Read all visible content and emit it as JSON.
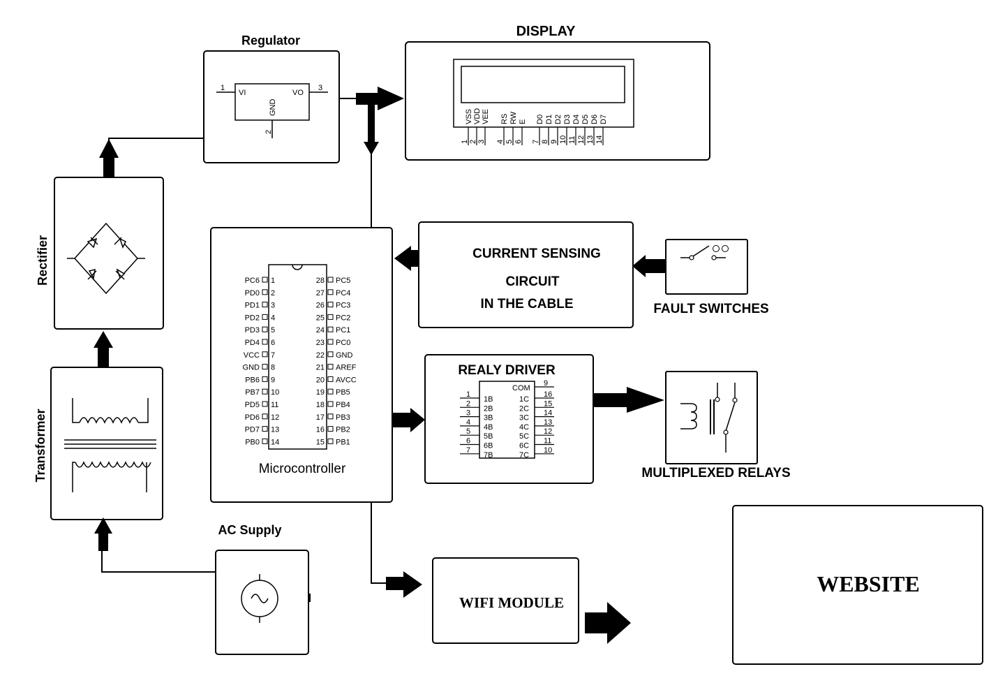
{
  "blocks": {
    "regulator": {
      "title": "Regulator",
      "pin1": "1",
      "pin2": "2",
      "pin3": "3",
      "vi": "VI",
      "vo": "VO",
      "gnd": "GND"
    },
    "display": {
      "title": "DISPLAY",
      "pins": [
        "VSS",
        "VDD",
        "VEE",
        "RS",
        "RW",
        "E",
        "D0",
        "D1",
        "D2",
        "D3",
        "D4",
        "D5",
        "D6",
        "D7"
      ],
      "numbers": [
        "1",
        "2",
        "3",
        "4",
        "5",
        "6",
        "7",
        "8",
        "9",
        "10",
        "11",
        "12",
        "13",
        "14"
      ]
    },
    "rectifier": {
      "title": "Rectifier"
    },
    "transformer": {
      "title": "Transformer"
    },
    "ac_supply": {
      "title": "AC Supply"
    },
    "current_sensing": {
      "line1": "CURRENT SENSING",
      "line2": "CIRCUIT",
      "line3": "IN THE CABLE"
    },
    "fault_switches": {
      "title": "FAULT SWITCHES"
    },
    "microcontroller": {
      "title": "Microcontroller",
      "left_pins": [
        {
          "name": "PC6",
          "num": "1"
        },
        {
          "name": "PD0",
          "num": "2"
        },
        {
          "name": "PD1",
          "num": "3"
        },
        {
          "name": "PD2",
          "num": "4"
        },
        {
          "name": "PD3",
          "num": "5"
        },
        {
          "name": "PD4",
          "num": "6"
        },
        {
          "name": "VCC",
          "num": "7"
        },
        {
          "name": "GND",
          "num": "8"
        },
        {
          "name": "PB6",
          "num": "9"
        },
        {
          "name": "PB7",
          "num": "10"
        },
        {
          "name": "PD5",
          "num": "11"
        },
        {
          "name": "PD6",
          "num": "12"
        },
        {
          "name": "PD7",
          "num": "13"
        },
        {
          "name": "PB0",
          "num": "14"
        }
      ],
      "right_pins": [
        {
          "name": "PC5",
          "num": "28"
        },
        {
          "name": "PC4",
          "num": "27"
        },
        {
          "name": "PC3",
          "num": "26"
        },
        {
          "name": "PC2",
          "num": "25"
        },
        {
          "name": "PC1",
          "num": "24"
        },
        {
          "name": "PC0",
          "num": "23"
        },
        {
          "name": "GND",
          "num": "22"
        },
        {
          "name": "AREF",
          "num": "21"
        },
        {
          "name": "AVCC",
          "num": "20"
        },
        {
          "name": "PB5",
          "num": "19"
        },
        {
          "name": "PB4",
          "num": "18"
        },
        {
          "name": "PB3",
          "num": "17"
        },
        {
          "name": "PB2",
          "num": "16"
        },
        {
          "name": "PB1",
          "num": "15"
        }
      ]
    },
    "relay_driver": {
      "title": "REALY DRIVER",
      "com": "COM",
      "com_num": "9",
      "rows": [
        {
          "in_num": "1",
          "in": "1B",
          "out": "1C",
          "out_num": "16"
        },
        {
          "in_num": "2",
          "in": "2B",
          "out": "2C",
          "out_num": "15"
        },
        {
          "in_num": "3",
          "in": "3B",
          "out": "3C",
          "out_num": "14"
        },
        {
          "in_num": "4",
          "in": "4B",
          "out": "4C",
          "out_num": "13"
        },
        {
          "in_num": "5",
          "in": "5B",
          "out": "5C",
          "out_num": "12"
        },
        {
          "in_num": "6",
          "in": "6B",
          "out": "6C",
          "out_num": "11"
        },
        {
          "in_num": "7",
          "in": "7B",
          "out": "7C",
          "out_num": "10"
        }
      ]
    },
    "relays": {
      "title": "MULTIPLEXED RELAYS"
    },
    "wifi": {
      "title": "WIFI MODULE"
    },
    "website": {
      "title": "WEBSITE"
    }
  }
}
